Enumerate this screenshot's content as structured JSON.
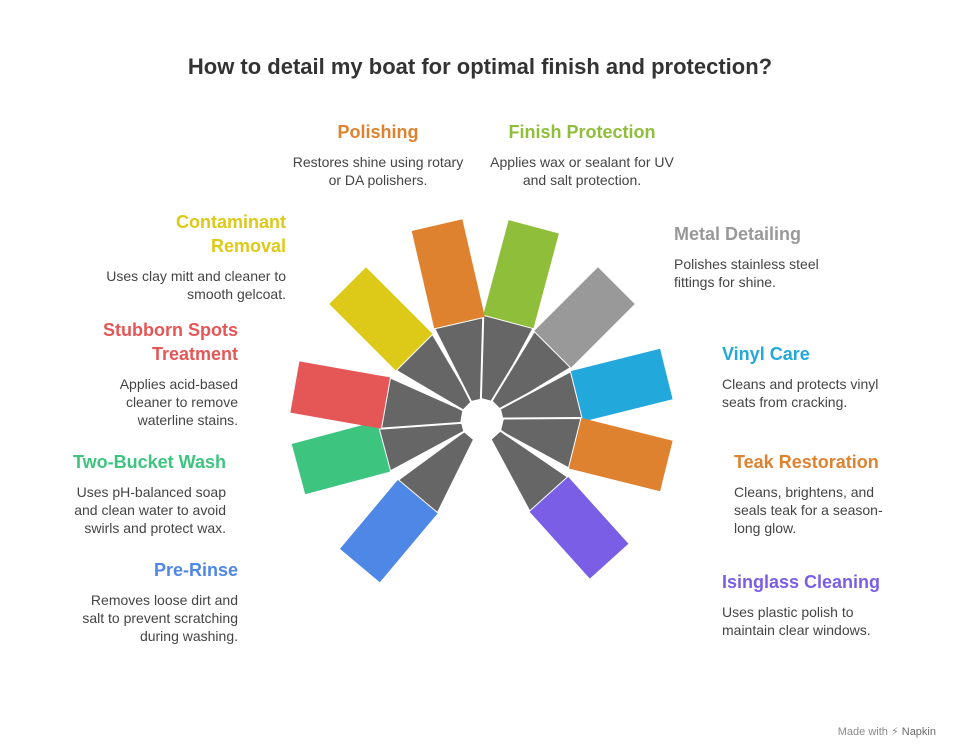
{
  "title": "How to detail my boat for optimal finish and protection?",
  "footer": {
    "made_with": "Made with",
    "brand": "Napkin"
  },
  "steps": [
    {
      "key": "pre-rinse",
      "heading": "Pre-Rinse",
      "description": "Removes loose dirt and salt to prevent scratching during washing.",
      "color": "#4E87E6"
    },
    {
      "key": "two-bucket-wash",
      "heading": "Two-Bucket Wash",
      "description": "Uses pH-balanced soap and clean water to avoid swirls and protect wax.",
      "color": "#3DC57F"
    },
    {
      "key": "stubborn-spots-treatment",
      "heading": "Stubborn Spots Treatment",
      "description": "Applies acid-based cleaner to remove waterline stains.",
      "color": "#E45756"
    },
    {
      "key": "contaminant-removal",
      "heading": "Contaminant Removal",
      "description": "Uses clay mitt and cleaner to smooth gelcoat.",
      "color": "#DDC917"
    },
    {
      "key": "polishing",
      "heading": "Polishing",
      "description": "Restores shine using rotary or DA polishers.",
      "color": "#DE8230"
    },
    {
      "key": "finish-protection",
      "heading": "Finish Protection",
      "description": "Applies wax or sealant for UV and salt protection.",
      "color": "#8FBE3A"
    },
    {
      "key": "metal-detailing",
      "heading": "Metal Detailing",
      "description": "Polishes stainless steel fittings for shine.",
      "color": "#999999"
    },
    {
      "key": "vinyl-care",
      "heading": "Vinyl Care",
      "description": "Cleans and protects vinyl seats from cracking.",
      "color": "#23A8DC"
    },
    {
      "key": "teak-restoration",
      "heading": "Teak Restoration",
      "description": "Cleans, brightens, and seals teak for a season-long glow.",
      "color": "#DE8230"
    },
    {
      "key": "isinglass-cleaning",
      "heading": "Isinglass Cleaning",
      "description": "Uses plastic polish to maintain clear windows.",
      "color": "#7A5FE6"
    }
  ]
}
